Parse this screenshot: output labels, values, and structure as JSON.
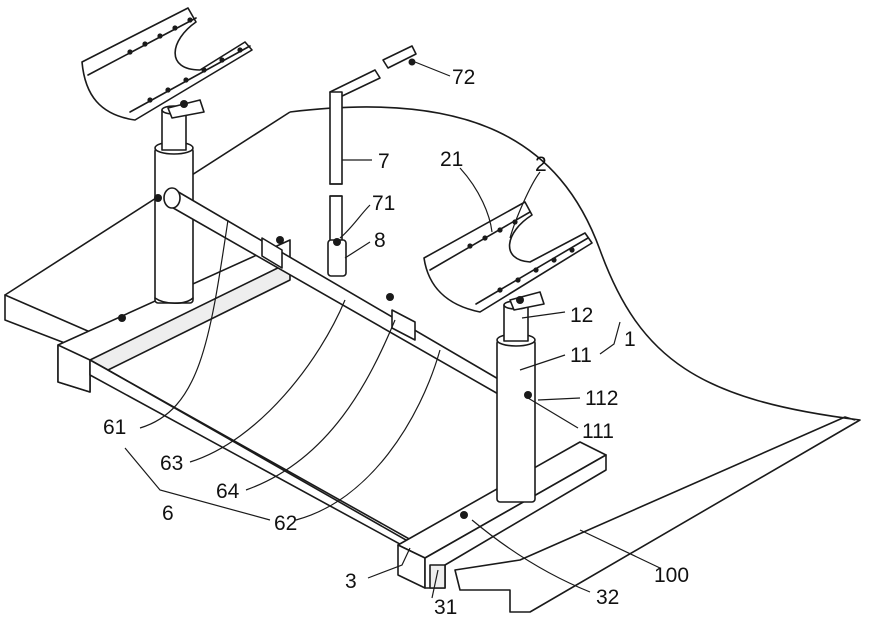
{
  "labels": {
    "l72": "72",
    "l7": "7",
    "l71": "71",
    "l8": "8",
    "l21": "21",
    "l2": "2",
    "l12": "12",
    "l1": "1",
    "l11": "11",
    "l112": "112",
    "l111": "111",
    "l61": "61",
    "l63": "63",
    "l6": "6",
    "l64": "64",
    "l62": "62",
    "l3": "3",
    "l31": "31",
    "l32": "32",
    "l100": "100"
  }
}
